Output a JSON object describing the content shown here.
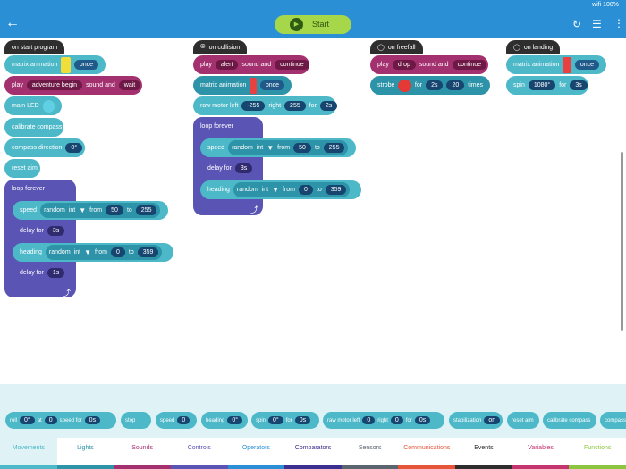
{
  "status": {
    "time": "",
    "icons": "wifi 100%"
  },
  "toolbar": {
    "start_label": "Start"
  },
  "stacks": [
    {
      "event": "on start program"
    },
    {
      "event": "on collision"
    },
    {
      "event": "on freefall"
    },
    {
      "event": "on landing"
    }
  ],
  "s1": {
    "matrix": "matrix animation",
    "once": "once",
    "play": "play",
    "sound": "adventure begin",
    "soundkw": "sound and",
    "wait": "wait",
    "main_led": "main LED",
    "calibrate": "calibrate compass",
    "compass": "compass direction",
    "compass_v": "0°",
    "reset": "reset aim",
    "loop": "loop forever",
    "speed": "speed",
    "random": "random",
    "int": "int",
    "from": "from",
    "to": "to",
    "v50": "50",
    "v255": "255",
    "delay": "delay for",
    "s3": "3s",
    "heading": "heading",
    "v0": "0",
    "v359": "359",
    "s1": "1s"
  },
  "s2": {
    "play": "play",
    "sound": "alert",
    "soundkw": "sound and",
    "cont": "continue",
    "matrix": "matrix animation",
    "once": "once",
    "raw": "raw motor left",
    "left": "-255",
    "right": "right",
    "rv": "255",
    "for": "for",
    "s2": "2s",
    "loop": "loop forever",
    "speed": "speed",
    "random": "random",
    "int": "int",
    "from": "from",
    "to": "to",
    "v50": "50",
    "v255": "255",
    "delay": "delay for",
    "s3": "3s",
    "heading": "heading",
    "v0": "0",
    "v359": "359"
  },
  "s3": {
    "play": "play",
    "sound": "drop",
    "soundkw": "sound and",
    "cont": "continue",
    "strobe": "strobe",
    "for": "for",
    "s2": "2s",
    "n": "20",
    "times": "times"
  },
  "s4": {
    "matrix": "matrix animation",
    "once": "once",
    "spin": "spin",
    "deg": "1080°",
    "for": "for",
    "s3": "3s"
  },
  "palette": [
    {
      "label": "roll",
      "a": "0°",
      "at": "at",
      "b": "0",
      "c": "speed for",
      "d": "0s"
    },
    {
      "label": "stop"
    },
    {
      "label": "speed",
      "a": "0"
    },
    {
      "label": "heading",
      "a": "0°"
    },
    {
      "label": "spin",
      "a": "0°",
      "c": "for",
      "d": "0s"
    },
    {
      "label": "raw motor left",
      "a": "0",
      "at": "right",
      "b": "0",
      "c": "for",
      "d": "0s"
    },
    {
      "label": "stabilization",
      "a": "on"
    },
    {
      "label": "reset aim"
    },
    {
      "label": "calibrate compass"
    },
    {
      "label": "compass"
    }
  ],
  "tabs": [
    {
      "label": "Movements",
      "color": "#4cb8c8"
    },
    {
      "label": "Lights",
      "color": "#2d93a8"
    },
    {
      "label": "Sounds",
      "color": "#a3306f"
    },
    {
      "label": "Controls",
      "color": "#5a54b4"
    },
    {
      "label": "Operators",
      "color": "#2b8fd6"
    },
    {
      "label": "Comparators",
      "color": "#3b2f8f"
    },
    {
      "label": "Sensors",
      "color": "#5a6570"
    },
    {
      "label": "Communications",
      "color": "#e5553a"
    },
    {
      "label": "Events",
      "color": "#2e2e2e"
    },
    {
      "label": "Variables",
      "color": "#c4346f"
    },
    {
      "label": "Functions",
      "color": "#8cc63f"
    }
  ]
}
